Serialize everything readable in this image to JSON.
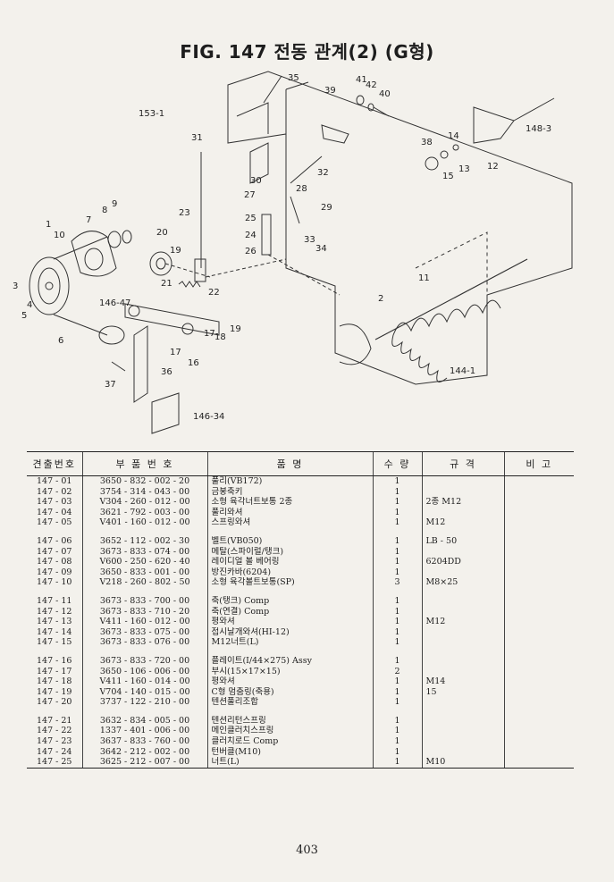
{
  "title": "FIG. 147 전동 관계(2) (G형)",
  "callouts": [
    "1",
    "2",
    "3",
    "4",
    "5",
    "6",
    "7",
    "8",
    "9",
    "10",
    "11",
    "12",
    "13",
    "14",
    "15",
    "16",
    "17",
    "18",
    "19",
    "20",
    "21",
    "22",
    "23",
    "24",
    "25",
    "26",
    "27",
    "28",
    "29",
    "30",
    "31",
    "32",
    "33",
    "34",
    "35",
    "36",
    "37",
    "38",
    "39",
    "40",
    "41",
    "42",
    "146-47",
    "146-34",
    "148-3",
    "153-1",
    "144-1"
  ],
  "table": {
    "headers": [
      "견출번호",
      "부 품 번 호",
      "품 명",
      "수 량",
      "규 격",
      "비 고"
    ],
    "rows": [
      {
        "ref": "147 - 01",
        "pn": "3650 - 832 - 002 - 20",
        "name": "풀리(VB172)",
        "qty": "1",
        "spec": "",
        "note": ""
      },
      {
        "ref": "147 - 02",
        "pn": "3754 - 314 - 043 - 00",
        "name": "금붕축키",
        "qty": "1",
        "spec": "",
        "note": ""
      },
      {
        "ref": "147 - 03",
        "pn": "V304 - 260 - 012 - 00",
        "name": "소형 육각너트보통 2종",
        "qty": "1",
        "spec": "2종 M12",
        "note": ""
      },
      {
        "ref": "147 - 04",
        "pn": "3621 - 792 - 003 - 00",
        "name": "풀리와셔",
        "qty": "1",
        "spec": "",
        "note": ""
      },
      {
        "ref": "147 - 05",
        "pn": "V401 - 160 - 012 - 00",
        "name": "스프링와셔",
        "qty": "1",
        "spec": "M12",
        "note": ""
      },
      {
        "ref": "147 - 06",
        "pn": "3652 - 112 - 002 - 30",
        "name": "벨트(VB050)",
        "qty": "1",
        "spec": "LB - 50",
        "note": ""
      },
      {
        "ref": "147 - 07",
        "pn": "3673 - 833 - 074 - 00",
        "name": "메탈(스파이럴/탱크)",
        "qty": "1",
        "spec": "",
        "note": ""
      },
      {
        "ref": "147 - 08",
        "pn": "V600 - 250 - 620 - 40",
        "name": "레이디얼 볼 베어링",
        "qty": "1",
        "spec": "6204DD",
        "note": ""
      },
      {
        "ref": "147 - 09",
        "pn": "3650 - 833 - 001 - 00",
        "name": "방진카바(6204)",
        "qty": "1",
        "spec": "",
        "note": ""
      },
      {
        "ref": "147 - 10",
        "pn": "V218 - 260 - 802 - 50",
        "name": "소형 육각볼트보통(SP)",
        "qty": "3",
        "spec": "M8×25",
        "note": ""
      },
      {
        "ref": "147 - 11",
        "pn": "3673 - 833 - 700 - 00",
        "name": "축(탱크) Comp",
        "qty": "1",
        "spec": "",
        "note": ""
      },
      {
        "ref": "147 - 12",
        "pn": "3673 - 833 - 710 - 20",
        "name": "축(연결) Comp",
        "qty": "1",
        "spec": "",
        "note": ""
      },
      {
        "ref": "147 - 13",
        "pn": "V411 - 160 - 012 - 00",
        "name": "평와셔",
        "qty": "1",
        "spec": "M12",
        "note": ""
      },
      {
        "ref": "147 - 14",
        "pn": "3673 - 833 - 075 - 00",
        "name": "접시날개와셔(HI-12)",
        "qty": "1",
        "spec": "",
        "note": ""
      },
      {
        "ref": "147 - 15",
        "pn": "3673 - 833 - 076 - 00",
        "name": "M12너트(L)",
        "qty": "1",
        "spec": "",
        "note": ""
      },
      {
        "ref": "147 - 16",
        "pn": "3673 - 833 - 720 - 00",
        "name": "플레이트(I/44×275) Assy",
        "qty": "1",
        "spec": "",
        "note": ""
      },
      {
        "ref": "147 - 17",
        "pn": "3650 - 106 - 006 - 00",
        "name": "부시(15×17×15)",
        "qty": "2",
        "spec": "",
        "note": ""
      },
      {
        "ref": "147 - 18",
        "pn": "V411 - 160 - 014 - 00",
        "name": "평와셔",
        "qty": "1",
        "spec": "M14",
        "note": ""
      },
      {
        "ref": "147 - 19",
        "pn": "V704 - 140 - 015 - 00",
        "name": "C형 멈춤링(축용)",
        "qty": "1",
        "spec": "15",
        "note": ""
      },
      {
        "ref": "147 - 20",
        "pn": "3737 - 122 - 210 - 00",
        "name": "텐션풀리조합",
        "qty": "1",
        "spec": "",
        "note": ""
      },
      {
        "ref": "147 - 21",
        "pn": "3632 - 834 - 005 - 00",
        "name": "텐션리턴스프링",
        "qty": "1",
        "spec": "",
        "note": ""
      },
      {
        "ref": "147 - 22",
        "pn": "1337 - 401 - 006 - 00",
        "name": "메인클러치스프링",
        "qty": "1",
        "spec": "",
        "note": ""
      },
      {
        "ref": "147 - 23",
        "pn": "3637 - 833 - 760 - 00",
        "name": "클러치로드 Comp",
        "qty": "1",
        "spec": "",
        "note": ""
      },
      {
        "ref": "147 - 24",
        "pn": "3642 - 212 - 002 - 00",
        "name": "턴버클(M10)",
        "qty": "1",
        "spec": "",
        "note": ""
      },
      {
        "ref": "147 - 25",
        "pn": "3625 - 212 - 007 - 00",
        "name": "너트(L)",
        "qty": "1",
        "spec": "M10",
        "note": ""
      }
    ]
  },
  "page_number": "403"
}
